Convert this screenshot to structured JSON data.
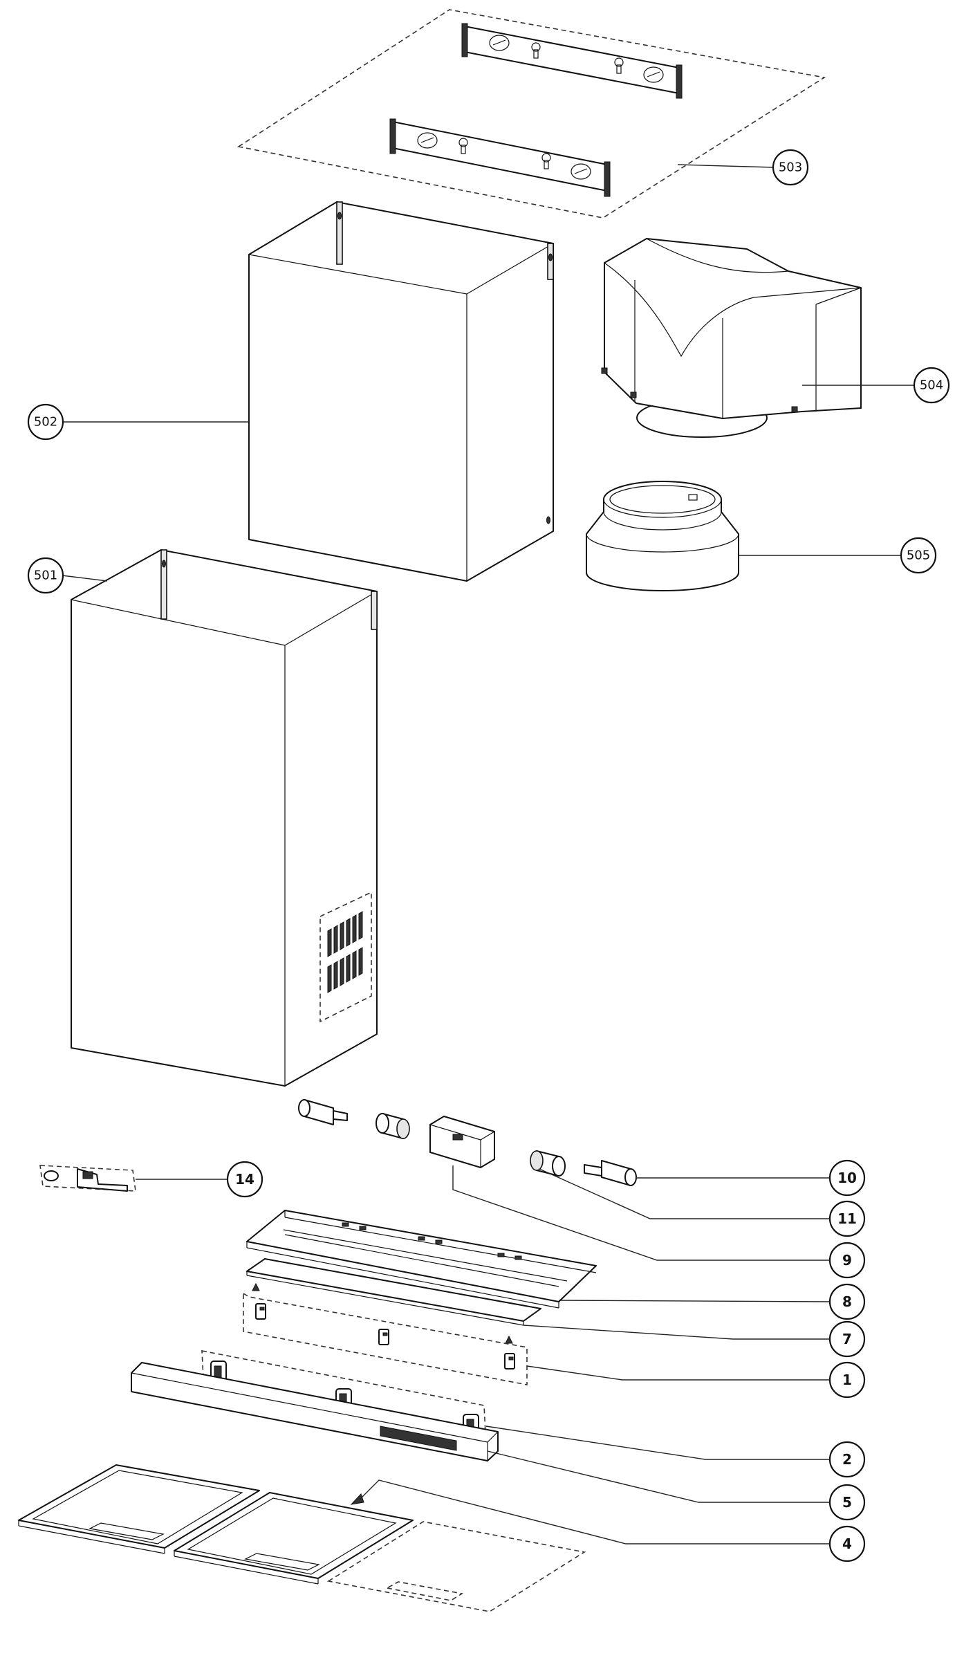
{
  "title": "",
  "callouts": [
    {
      "id": "503",
      "label": "503"
    },
    {
      "id": "504",
      "label": "504"
    },
    {
      "id": "502",
      "label": "502"
    },
    {
      "id": "505",
      "label": "505"
    },
    {
      "id": "501",
      "label": "501"
    },
    {
      "id": "14",
      "label": "14"
    },
    {
      "id": "10",
      "label": "10"
    },
    {
      "id": "11",
      "label": "11"
    },
    {
      "id": "9",
      "label": "9"
    },
    {
      "id": "8",
      "label": "8"
    },
    {
      "id": "7",
      "label": "7"
    },
    {
      "id": "1",
      "label": "1"
    },
    {
      "id": "2",
      "label": "2"
    },
    {
      "id": "5",
      "label": "5"
    },
    {
      "id": "4",
      "label": "4"
    }
  ],
  "colors": {
    "line": "#111111",
    "background": "#ffffff",
    "fill": "#e6e6e6"
  }
}
